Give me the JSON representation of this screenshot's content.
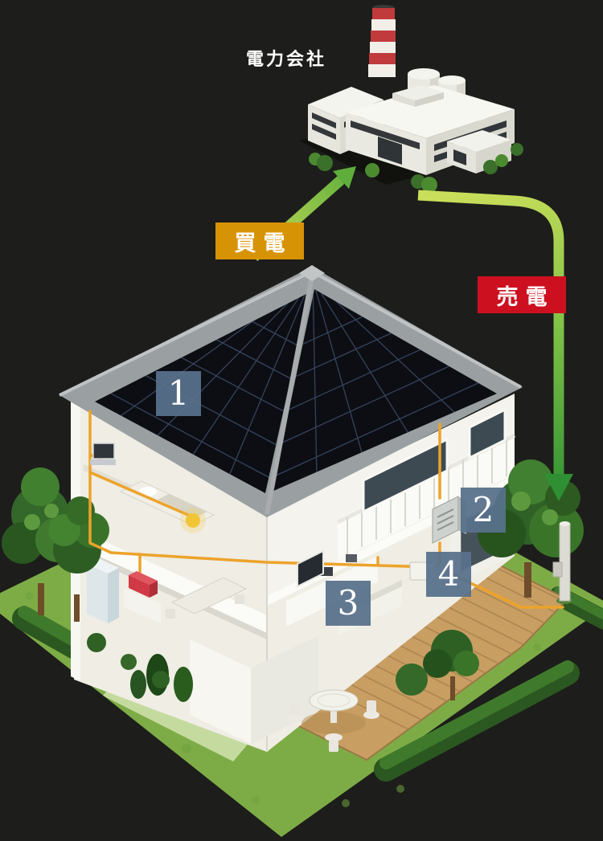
{
  "labels": {
    "power_company": "電力会社",
    "buy_power": "買電",
    "sell_power": "売電"
  },
  "markers": [
    "1",
    "2",
    "3",
    "4"
  ],
  "colors": {
    "background": "#1d1d1b",
    "buy_badge": "#d79306",
    "sell_badge": "#cd1020",
    "marker_badge": "#58718b",
    "arrow_light": "#c9de5a",
    "arrow_dark": "#2e8f33",
    "wiring": "#eca32b",
    "grass": "#7dac46",
    "solar_panel": "#0c0e13"
  }
}
